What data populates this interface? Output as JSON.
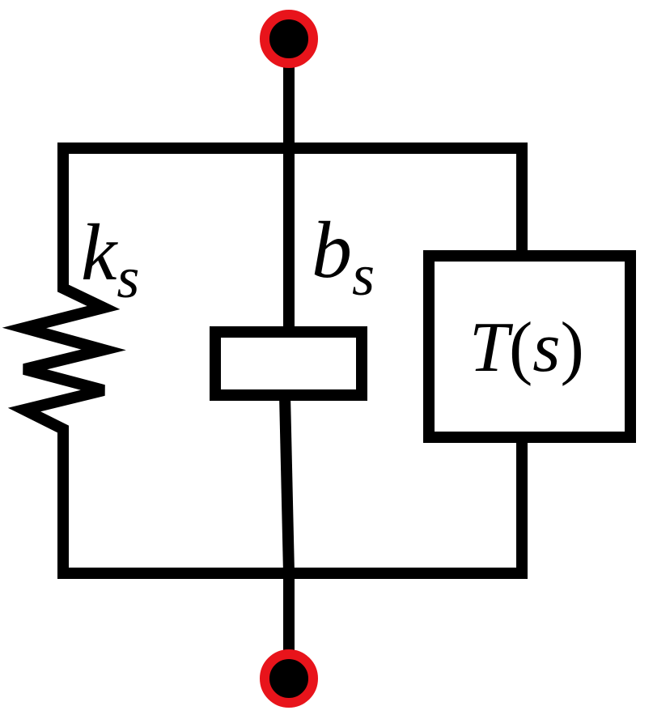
{
  "colors": {
    "line": "#000000",
    "terminal_ring": "#e8141b",
    "terminal_fill": "#000000",
    "background": "#ffffff"
  },
  "labels": {
    "spring": {
      "main": "k",
      "sub": "s"
    },
    "damper": {
      "main": "b",
      "sub": "s"
    },
    "block": {
      "func": "T",
      "open": "(",
      "arg": "s",
      "close": ")"
    }
  }
}
